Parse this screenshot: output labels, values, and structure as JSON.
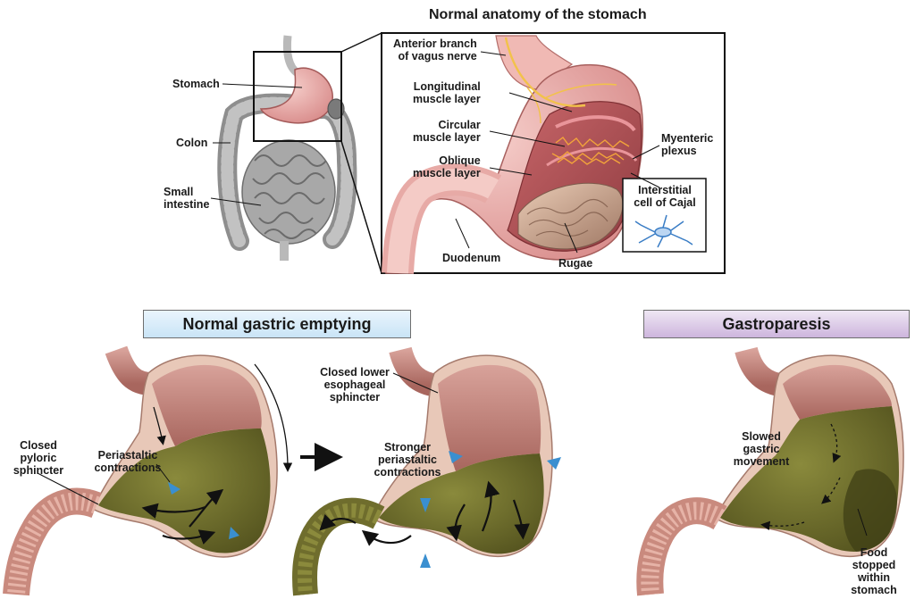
{
  "overview": {
    "title": "Normal anatomy of the stomach",
    "labels": {
      "stomach": "Stomach",
      "colon": "Colon",
      "small_intestine": [
        "Small",
        "intestine"
      ]
    }
  },
  "detail": {
    "vagus": [
      "Anterior branch",
      "of vagus nerve"
    ],
    "longitudinal": [
      "Longitudinal",
      "muscle layer"
    ],
    "circular": [
      "Circular",
      "muscle layer"
    ],
    "oblique": [
      "Oblique",
      "muscle layer"
    ],
    "myenteric": [
      "Myenteric",
      "plexus"
    ],
    "cajal": [
      "Interstitial",
      "cell of Cajal"
    ],
    "duodenum": "Duodenum",
    "rugae": "Rugae"
  },
  "normal": {
    "banner": "Normal gastric emptying",
    "closed_pyloric": [
      "Closed",
      "pyloric",
      "sphincter"
    ],
    "peristaltic": [
      "Periastaltic",
      "contractions"
    ],
    "closed_les": [
      "Closed lower",
      "esophageal",
      "sphincter"
    ],
    "stronger": [
      "Stronger",
      "periastaltic",
      "contractions"
    ]
  },
  "gastroparesis": {
    "banner": "Gastroparesis",
    "slowed": [
      "Slowed",
      "gastric",
      "movement"
    ],
    "food": [
      "Food",
      "stopped",
      "within",
      "stomach"
    ]
  },
  "colors": {
    "tissue_pink": "#e9a9a8",
    "muscle_red": "#b5565a",
    "food_green": "#6b6a2a",
    "intestine_gray": "#9a9a9a",
    "arrow_blue": "#3a8fd0",
    "banner_blue": "#c9e4f6",
    "banner_purple": "#cdb5dd"
  }
}
